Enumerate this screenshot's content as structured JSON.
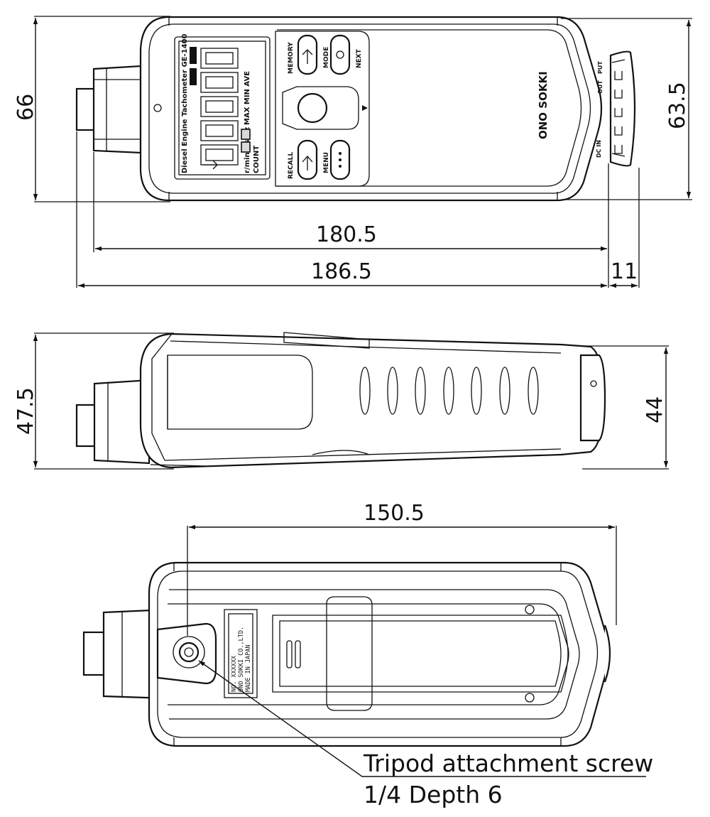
{
  "dimensions": {
    "top_height": "66",
    "top_height_inner": "63.5",
    "top_length_body": "180.5",
    "top_length_total": "186.5",
    "connector": "11",
    "side_height": "47.5",
    "side_height_inner": "44",
    "bottom_length": "150.5"
  },
  "annotation": {
    "line1": "Tripod attachment screw",
    "line2": "1/4 Depth 6"
  },
  "device": {
    "brand": "ONO SOKKI",
    "lcd_title": "Diesel Engine Tachometer GE-1400",
    "lcd_modes": "MAX MIN AVE",
    "lcd_units": "r/min  r/s  Hz",
    "lcd_counter": "COUNT",
    "buttons": {
      "memory": "MEMORY",
      "mode": "MODE",
      "next": "NEXT",
      "recall": "RECALL",
      "menu": "MENU"
    },
    "ports": {
      "out": "OUT",
      "put": "PUT",
      "dc_in": "DC IN"
    },
    "nameplate": {
      "line1": "NO. XXXXXX",
      "line2": "ONO SOKKI CO.,LTD.",
      "line3": "MADE IN JAPAN"
    }
  }
}
